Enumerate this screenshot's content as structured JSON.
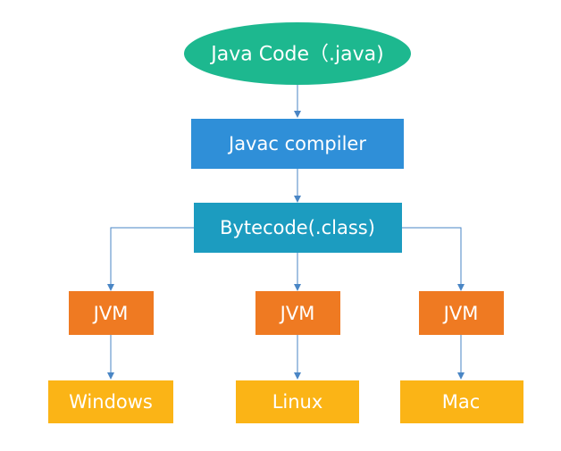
{
  "colors": {
    "source": "#1db88f",
    "compiler": "#2f8fd8",
    "bytecode": "#1c9cc0",
    "jvm": "#ef7a22",
    "os": "#fbb416",
    "connector": "#4a86c5"
  },
  "nodes": {
    "source": "Java Code（.java)",
    "compiler": "Javac compiler",
    "bytecode": "Bytecode(.class)",
    "jvm_left": "JVM",
    "jvm_center": "JVM",
    "jvm_right": "JVM",
    "os_left": "Windows",
    "os_center": "Linux",
    "os_right": "Mac"
  }
}
